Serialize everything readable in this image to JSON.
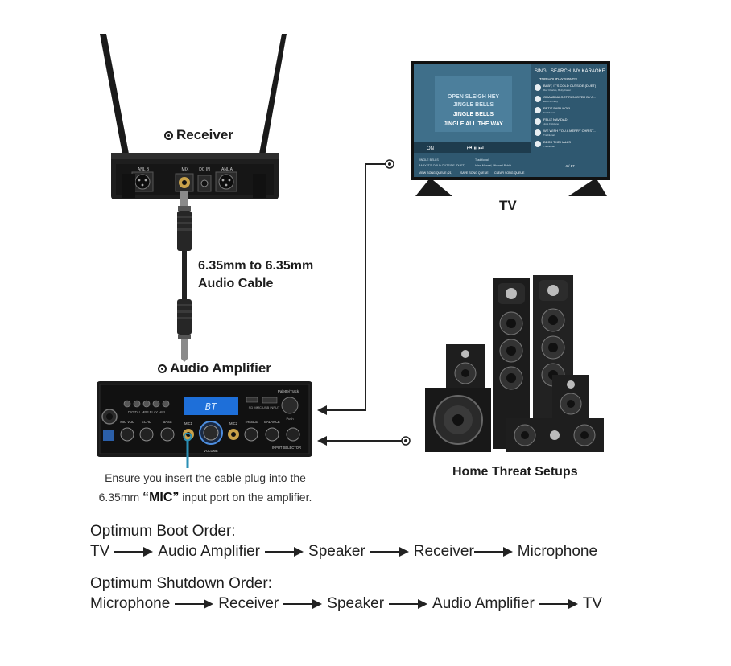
{
  "receiver_label": "Receiver",
  "receiver_ports": [
    "ANL B",
    "MIX",
    "DC IN",
    "ANL A"
  ],
  "cable_label_line1": "6.35mm to 6.35mm",
  "cable_label_line2": "Audio Cable",
  "amplifier_label": "Audio Amplifier",
  "amplifier_display": "BT",
  "amplifier_knob_labels": [
    "MIC VOL",
    "ECHO",
    "BASS",
    "MIC1",
    "MIC2",
    "TREBLE",
    "BALANCE",
    "INPUT SELECTOR"
  ],
  "amplifier_volume_label": "VOLUME",
  "amplifier_panel_text": "DIGITAL MP3 PLAY HIFI",
  "amplifier_input_text": "SD MMC/USB INPUT",
  "amplifier_palette_label": "Palette/Track",
  "amplifier_push_label": "Push",
  "note_line1": "Ensure you insert the cable plug into the",
  "note_line2_pre": "6.35mm ",
  "note_line2_bold": "“MIC”",
  "note_line2_post": " input port on the amplifier.",
  "tv_label": "TV",
  "tv_screen": {
    "nav": [
      "SING",
      "SEARCH",
      "MY KARAOKE"
    ],
    "list_title": "TOP HOLIDAY SONGS",
    "lyrics": [
      "OPEN SLEIGH HEY",
      "JINGLE BELLS",
      "JINGLE BELLS",
      "JINGLE ALL THE WAY"
    ],
    "on_label": "ON",
    "songs": [
      {
        "title": "BABY, IT'S COLD OUTSIDE (DUET)",
        "artist": "Ray Charles, Betty Carter"
      },
      {
        "title": "GRANDMA GOT RUN OVER BY A...",
        "artist": "Elmo & Patsy"
      },
      {
        "title": "PETIT PAPA NOEL",
        "artist": "Traditional"
      },
      {
        "title": "FELIZ NAVIDAD",
        "artist": "José Feliciano"
      },
      {
        "title": "WE WISH YOU A MERRY CHRIST...",
        "artist": "Traditional"
      },
      {
        "title": "DECK THE HALLS",
        "artist": "Traditional"
      }
    ],
    "page": "4 / 17",
    "queue_rows": [
      {
        "a": "JINGLE BELLS",
        "b": "Traditional"
      },
      {
        "a": "BABY IT'S COLD OUTSIDE (DUET)",
        "b": "Idina Menzel, Michael Bublé"
      }
    ],
    "buttons": [
      "VIEW SONG QUEUE (21)",
      "SAVE SONG QUEUE",
      "CLEAR SONG QUEUE"
    ]
  },
  "speakers_label": "Home Threat Setups",
  "boot_title": "Optimum Boot Order:",
  "boot_order": [
    "TV",
    "Audio Amplifier",
    "Speaker",
    "Receiver",
    "Microphone"
  ],
  "shutdown_title": "Optimum Shutdown Order:",
  "shutdown_order": [
    "Microphone",
    "Receiver",
    "Speaker",
    "Audio Amplifier",
    "TV"
  ],
  "colors": {
    "cable_accent": "#2a8fb5",
    "amp_display": "#1e6fd9",
    "tv_screen_bg": "#2f5870"
  }
}
